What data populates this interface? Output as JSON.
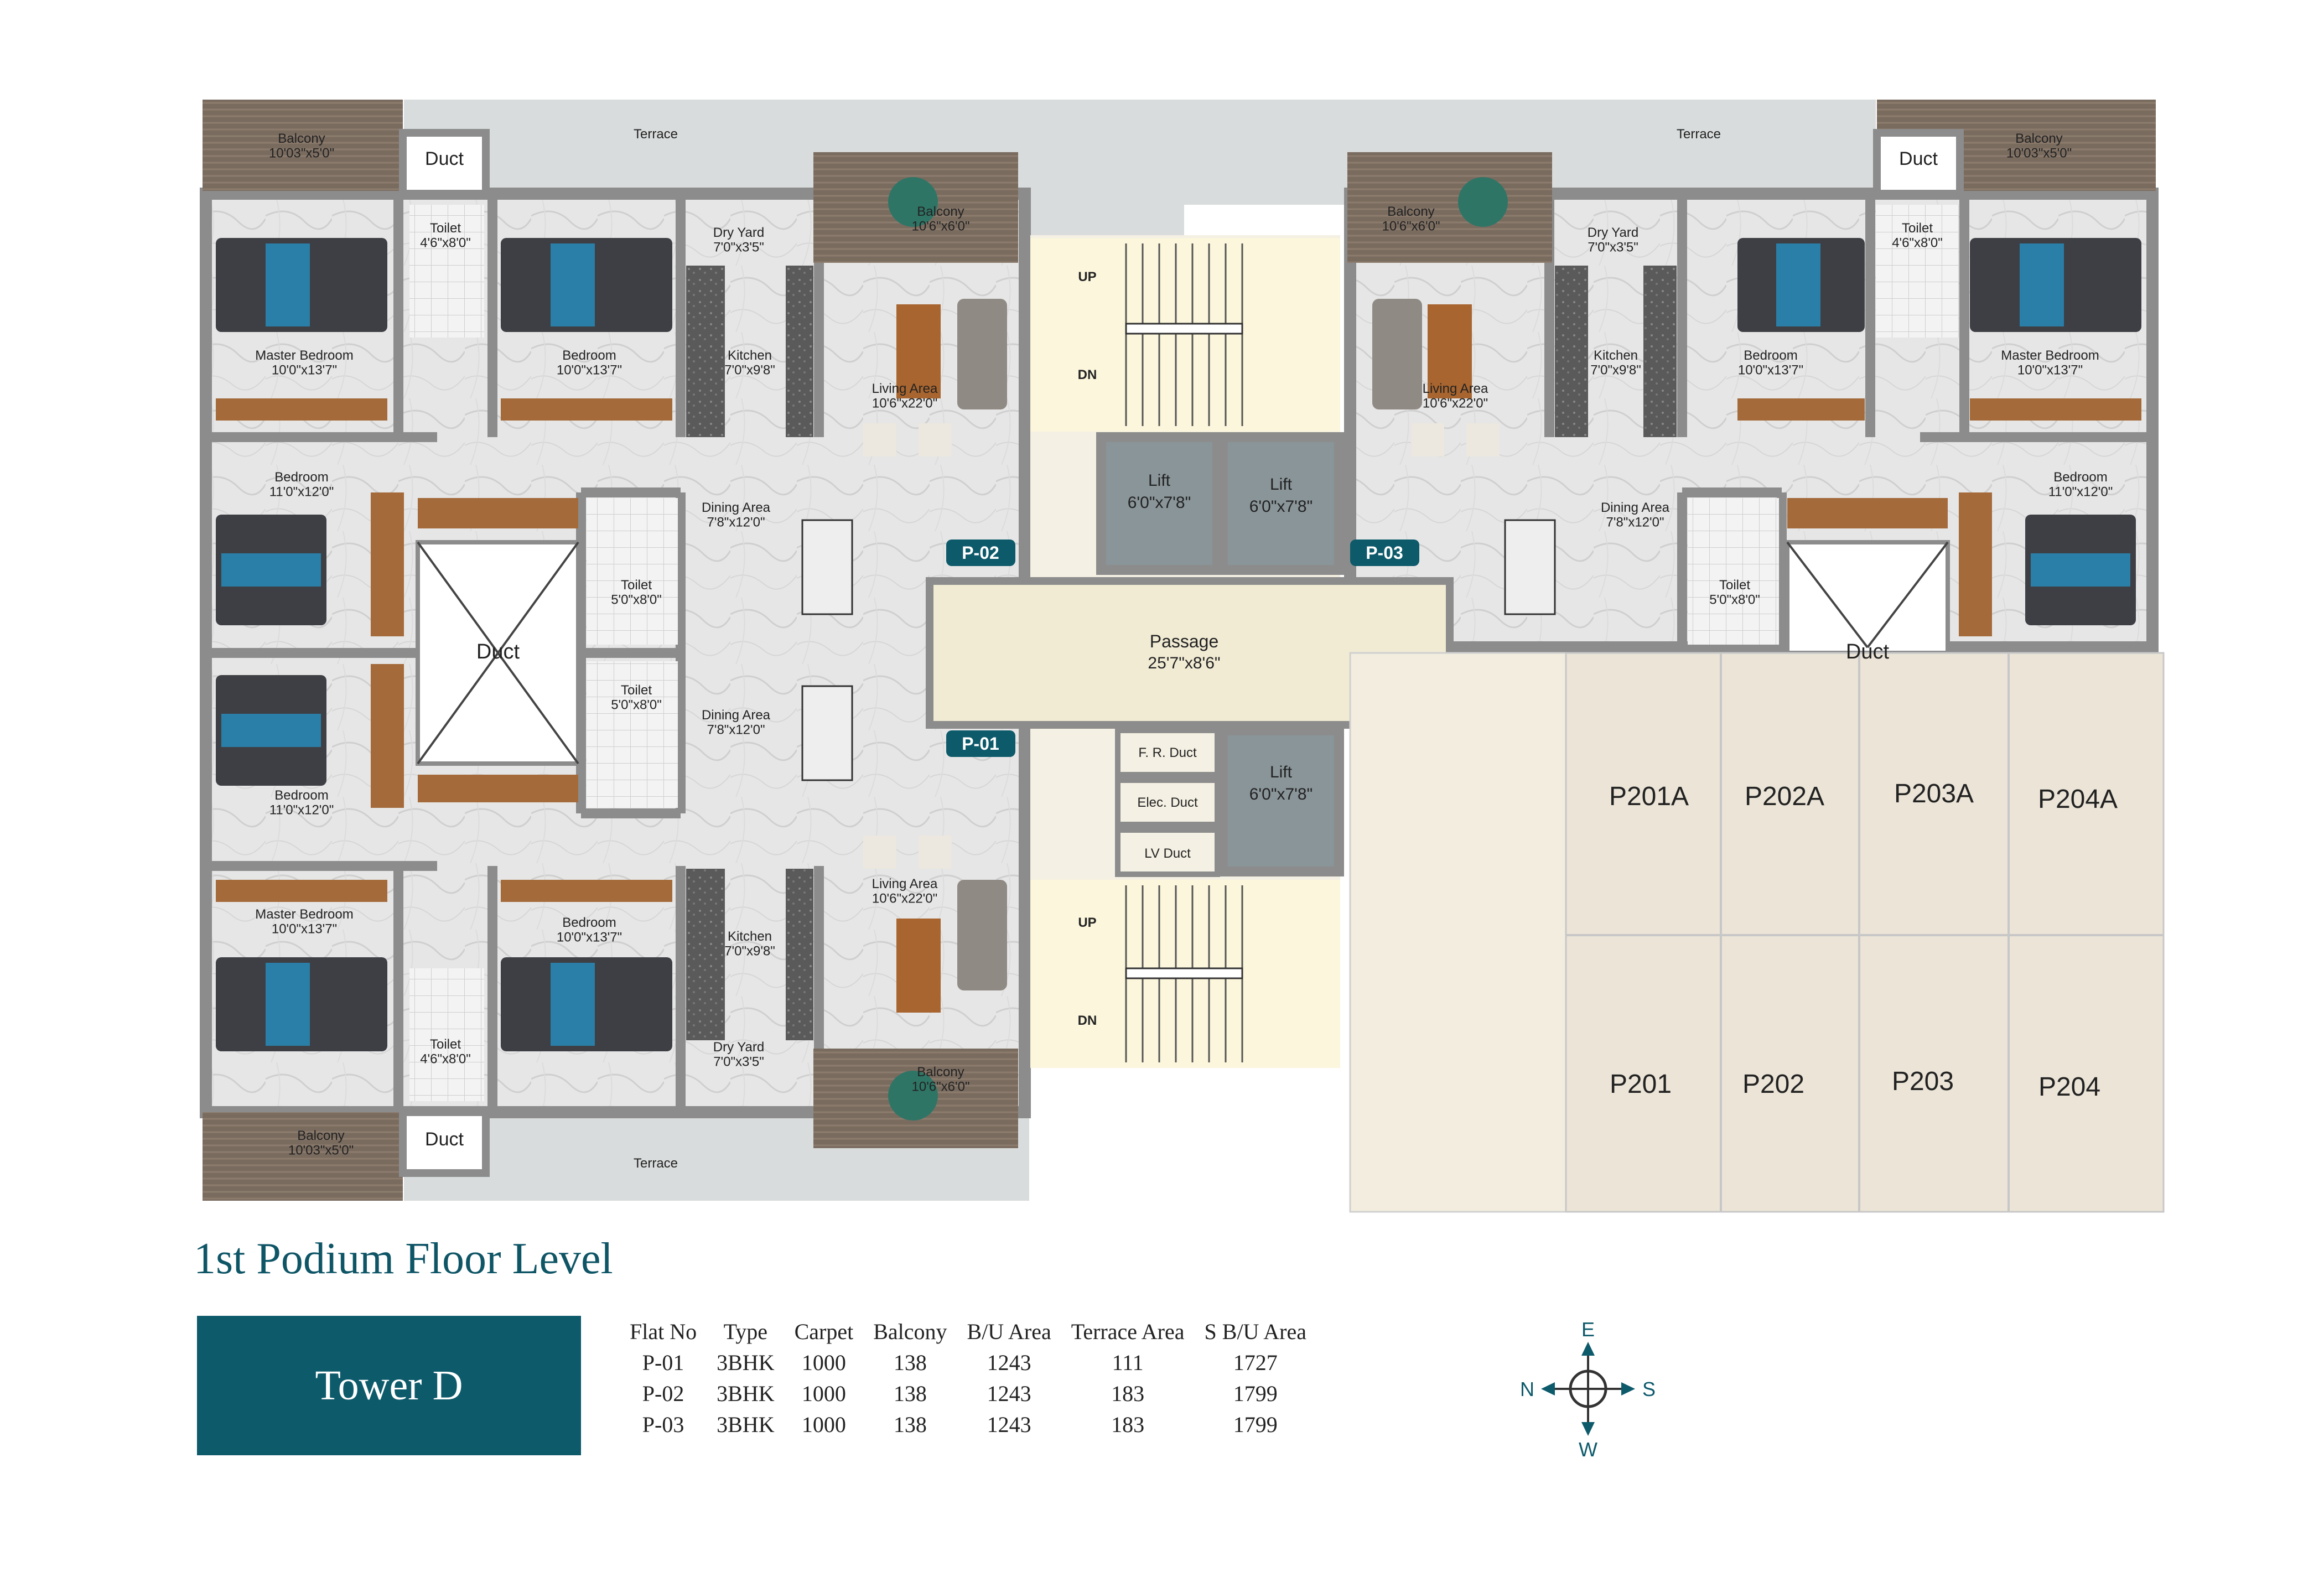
{
  "plan": {
    "title": "1st Podium Floor Level",
    "tower": "Tower D",
    "badges": [
      "P-02",
      "P-03",
      "P-01"
    ],
    "core": {
      "up": "UP",
      "dn": "DN",
      "lift_label": "Lift",
      "lift_size": "6'0\"x7'8\"",
      "passage_label": "Passage",
      "passage_size": "25'7\"x8'6\"",
      "fr_duct": "F. R. Duct",
      "elec_duct": "Elec. Duct",
      "lv_duct": "LV Duct"
    },
    "rooms": [
      {
        "id": "balcony-tl",
        "name": "Balcony",
        "size": "10'03\"x5'0\""
      },
      {
        "id": "duct-tl",
        "name": "Duct",
        "size": ""
      },
      {
        "id": "terrace-tl",
        "name": "Terrace",
        "size": ""
      },
      {
        "id": "balcony-p02",
        "name": "Balcony",
        "size": "10'6\"x6'0\""
      },
      {
        "id": "toilet-p02-a",
        "name": "Toilet",
        "size": "4'6\"x8'0\""
      },
      {
        "id": "dryyard-p02",
        "name": "Dry Yard",
        "size": "7'0\"x3'5\""
      },
      {
        "id": "master-p02",
        "name": "Master Bedroom",
        "size": "10'0\"x13'7\""
      },
      {
        "id": "bed-p02-a",
        "name": "Bedroom",
        "size": "10'0\"x13'7\""
      },
      {
        "id": "kitchen-p02",
        "name": "Kitchen",
        "size": "7'0\"x9'8\""
      },
      {
        "id": "living-p02",
        "name": "Living Area",
        "size": "10'6\"x22'0\""
      },
      {
        "id": "bed-p02-b",
        "name": "Bedroom",
        "size": "11'0\"x12'0\""
      },
      {
        "id": "dining-p02",
        "name": "Dining Area",
        "size": "7'8\"x12'0\""
      },
      {
        "id": "toilet-p02-b",
        "name": "Toilet",
        "size": "5'0\"x8'0\""
      },
      {
        "id": "duct-left",
        "name": "Duct",
        "size": ""
      },
      {
        "id": "toilet-p01-b",
        "name": "Toilet",
        "size": "5'0\"x8'0\""
      },
      {
        "id": "bed-p01-b",
        "name": "Bedroom",
        "size": "11'0\"x12'0\""
      },
      {
        "id": "dining-p01",
        "name": "Dining Area",
        "size": "7'8\"x12'0\""
      },
      {
        "id": "master-p01",
        "name": "Master Bedroom",
        "size": "10'0\"x13'7\""
      },
      {
        "id": "bed-p01-a",
        "name": "Bedroom",
        "size": "10'0\"x13'7\""
      },
      {
        "id": "kitchen-p01",
        "name": "Kitchen",
        "size": "7'0\"x9'8\""
      },
      {
        "id": "living-p01",
        "name": "Living Area",
        "size": "10'6\"x22'0\""
      },
      {
        "id": "toilet-p01-a",
        "name": "Toilet",
        "size": "4'6\"x8'0\""
      },
      {
        "id": "dryyard-p01",
        "name": "Dry Yard",
        "size": "7'0\"x3'5\""
      },
      {
        "id": "balcony-p01",
        "name": "Balcony",
        "size": "10'6\"x6'0\""
      },
      {
        "id": "balcony-bl",
        "name": "Balcony",
        "size": "10'03\"x5'0\""
      },
      {
        "id": "duct-bl",
        "name": "Duct",
        "size": ""
      },
      {
        "id": "terrace-bl",
        "name": "Terrace",
        "size": ""
      },
      {
        "id": "terrace-tr",
        "name": "Terrace",
        "size": ""
      },
      {
        "id": "balcony-tr",
        "name": "Balcony",
        "size": "10'03\"x5'0\""
      },
      {
        "id": "duct-tr",
        "name": "Duct",
        "size": ""
      },
      {
        "id": "balcony-p03",
        "name": "Balcony",
        "size": "10'6\"x6'0\""
      },
      {
        "id": "dryyard-p03",
        "name": "Dry Yard",
        "size": "7'0\"x3'5\""
      },
      {
        "id": "toilet-p03-a",
        "name": "Toilet",
        "size": "4'6\"x8'0\""
      },
      {
        "id": "living-p03",
        "name": "Living Area",
        "size": "10'6\"x22'0\""
      },
      {
        "id": "kitchen-p03",
        "name": "Kitchen",
        "size": "7'0\"x9'8\""
      },
      {
        "id": "bed-p03-a",
        "name": "Bedroom",
        "size": "10'0\"x13'7\""
      },
      {
        "id": "master-p03",
        "name": "Master Bedroom",
        "size": "10'0\"x13'7\""
      },
      {
        "id": "dining-p03",
        "name": "Dining Area",
        "size": "7'8\"x12'0\""
      },
      {
        "id": "toilet-p03-b",
        "name": "Toilet",
        "size": "5'0\"x8'0\""
      },
      {
        "id": "bed-p03-b",
        "name": "Bedroom",
        "size": "11'0\"x12'0\""
      },
      {
        "id": "duct-right",
        "name": "Duct",
        "size": ""
      }
    ],
    "parking": [
      "P201A",
      "P202A",
      "P203A",
      "P204A",
      "P201",
      "P202",
      "P203",
      "P204"
    ],
    "compass": {
      "e": "E",
      "w": "W",
      "n": "N",
      "s": "S"
    }
  },
  "table": {
    "headers": [
      "Flat No",
      "Type",
      "Carpet",
      "Balcony",
      "B/U Area",
      "Terrace Area",
      "S B/U Area"
    ],
    "rows": [
      [
        "P-01",
        "3BHK",
        "1000",
        "138",
        "1243",
        "111",
        "1727"
      ],
      [
        "P-02",
        "3BHK",
        "1000",
        "138",
        "1243",
        "183",
        "1799"
      ],
      [
        "P-03",
        "3BHK",
        "1000",
        "138",
        "1243",
        "183",
        "1799"
      ]
    ]
  }
}
